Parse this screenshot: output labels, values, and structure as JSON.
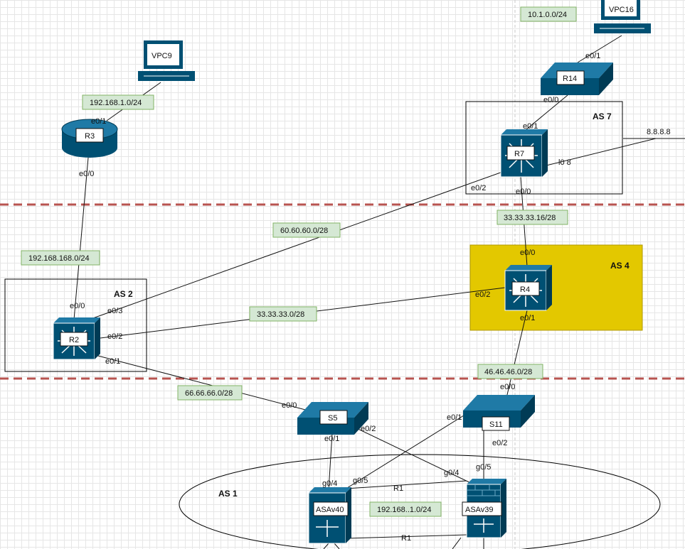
{
  "diagram": {
    "areas": {
      "as7": "AS 7",
      "as4": "AS 4",
      "as2": "AS 2",
      "as1": "AS 1"
    },
    "colors": {
      "device": "#005073",
      "as4_fill": "#e3c800",
      "zone_divider": "#b85450",
      "subnet_fill": "#d5e8d4"
    },
    "devices": {
      "vpc16": "VPC16",
      "vpc9": "VPC9",
      "r14": "R14",
      "r3": "R3",
      "r7": "R7",
      "r4": "R4",
      "r2": "R2",
      "s5": "S5",
      "s11": "S11",
      "asav40": "ASAv40",
      "asav39": "ASAv39"
    },
    "subnets": {
      "n10": "10.1.0.0/24",
      "n192_1": "192.168.1.0/24",
      "n192_168": "192.168.168.0/24",
      "n60": "60.60.60.0/28",
      "n33_16": "33.33.33.16/28",
      "n33": "33.33.33.0/28",
      "n46": "46.46.46.0/28",
      "n66": "66.66.66.0/28",
      "n192_inner": "192.168..1.0/24"
    },
    "ports": {
      "vpc16_e01": "e0/1",
      "r14_e00": "e0/0",
      "r7_e01": "e0/1",
      "r7_e02": "e0/2",
      "r7_e00": "e0/0",
      "r7_l08": "l0 8",
      "ext_8888": "8.8.8.8",
      "r3_e01": "e0/1",
      "r3_e00": "e0/0",
      "r4_e00": "e0/0",
      "r4_e02": "e0/2",
      "r4_e01": "e0/1",
      "r2_e00": "e0/0",
      "r2_e03": "e0/3",
      "r2_e02": "e0/2",
      "r2_e01": "e0/1",
      "s11_e00": "e0/0",
      "s11_e01": "e0/1",
      "s11_e02": "e0/2",
      "s5_e00": "e0/0",
      "s5_e02": "e0/2",
      "s5_e01": "e0/1",
      "asav40_g04": "g0/4",
      "asav40_g05": "g0/5",
      "asav39_g04": "g0/4",
      "asav39_g05": "g0/5",
      "r1_top": "R1",
      "r1_bottom": "R1"
    }
  }
}
